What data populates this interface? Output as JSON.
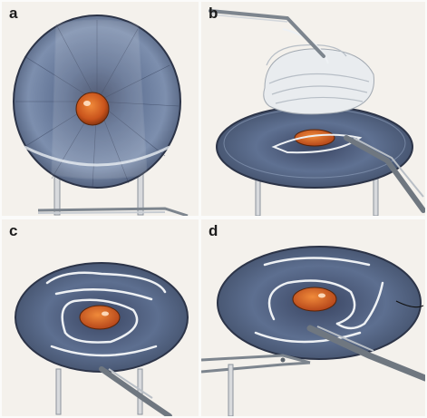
{
  "figure": {
    "panels": [
      {
        "label": "a"
      },
      {
        "label": "b"
      },
      {
        "label": "c"
      },
      {
        "label": "d"
      }
    ]
  },
  "colors": {
    "background": "#f4f1ec",
    "iris_dark": "#3d4a63",
    "iris_mid": "#66799a",
    "pupil": "#c95a1f",
    "instrument": "#9aa3ad",
    "thread": "#eef1f4"
  }
}
